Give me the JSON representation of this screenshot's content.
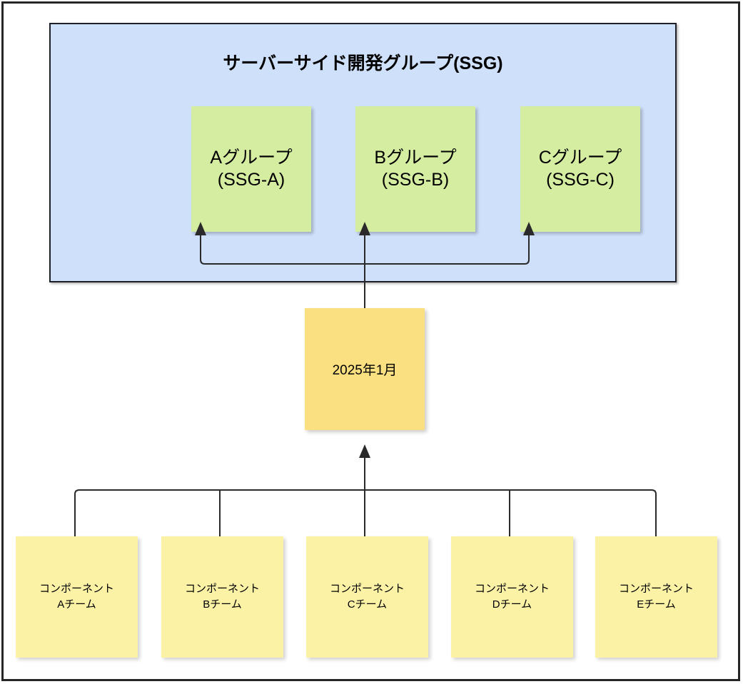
{
  "diagram": {
    "title": "サーバーサイド開発グループ(SSG)",
    "container": {
      "label": "サーバーサイド開発グループ(SSG)",
      "fill": "#cfe0fb",
      "border": "#1f1f28"
    },
    "groups": [
      {
        "line1": "Aグループ",
        "line2": "(SSG-A)",
        "fill": "#d5eda1"
      },
      {
        "line1": "Bグループ",
        "line2": "(SSG-B)",
        "fill": "#d5eda1"
      },
      {
        "line1": "Cグループ",
        "line2": "(SSG-C)",
        "fill": "#d5eda1"
      }
    ],
    "milestone": {
      "label": "2025年1月",
      "fill": "#fbe081"
    },
    "components": [
      {
        "line1": "コンポーネント",
        "line2": "Aチーム",
        "fill": "#fcf2a6"
      },
      {
        "line1": "コンポーネント",
        "line2": "Bチーム",
        "fill": "#fcf2a6"
      },
      {
        "line1": "コンポーネント",
        "line2": "Cチーム",
        "fill": "#fcf2a6"
      },
      {
        "line1": "コンポーネント",
        "line2": "Dチーム",
        "fill": "#fcf2a6"
      },
      {
        "line1": "コンポーネント",
        "line2": "Eチーム",
        "fill": "#fcf2a6"
      }
    ],
    "connectors": {
      "stroke": "#2a2a2a",
      "upper_note": "3 arrows from bus into A/B/C group boxes",
      "lower_note": "5 team drops joining a bus, single arrow up into 2025年1月"
    },
    "page_border": "#262626"
  }
}
